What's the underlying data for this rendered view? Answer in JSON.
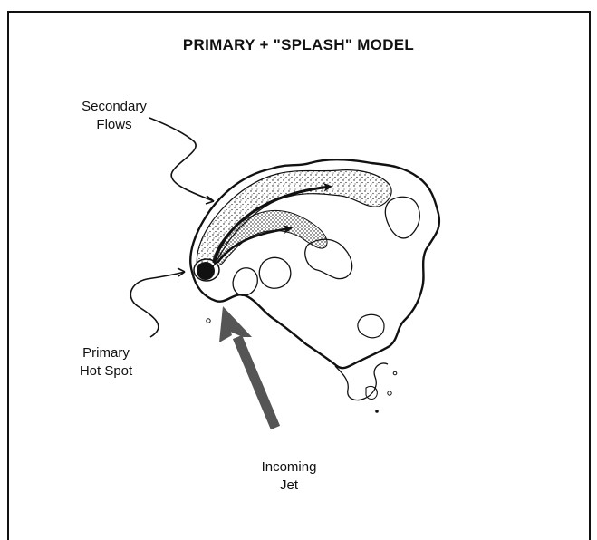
{
  "title": "PRIMARY + \"SPLASH\" MODEL",
  "labels": {
    "secondary_line1": "Secondary",
    "secondary_line2": "Flows",
    "primary_line1": "Primary",
    "primary_line2": "Hot Spot",
    "jet_line1": "Incoming",
    "jet_line2": "Jet"
  },
  "colors": {
    "ink": "#111111",
    "jet_arrow": "#555555",
    "background": "#ffffff"
  }
}
